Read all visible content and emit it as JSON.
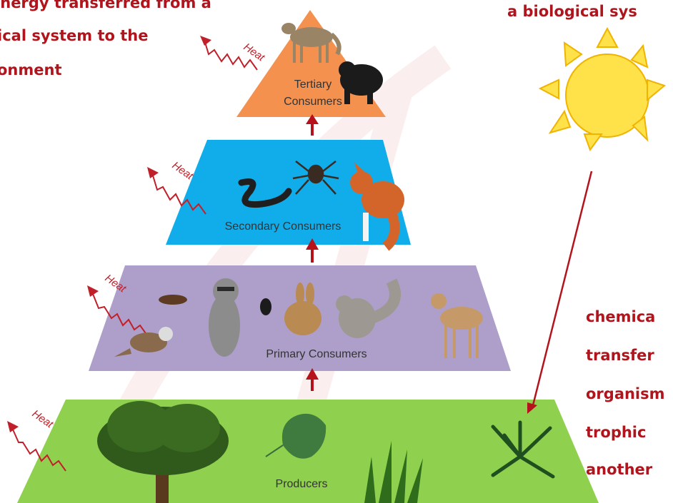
{
  "diagram": {
    "top_left_caption": [
      "energy transferred from a",
      "ical system to the",
      "onment"
    ],
    "top_right_caption": "a biological sys",
    "right_caption": [
      "chemica",
      "transfer",
      "organism",
      "trophic",
      "another"
    ],
    "heat_label": "Heat",
    "tiers": [
      {
        "label_lines": [
          "Tertiary",
          "Consumers"
        ],
        "color": "#f4914f"
      },
      {
        "label_lines": [
          "Secondary Consumers"
        ],
        "color": "#11adea"
      },
      {
        "label_lines": [
          "Primary Consumers"
        ],
        "color": "#ad9fc9"
      },
      {
        "label_lines": [
          "Producers"
        ],
        "color": "#8fd14f"
      }
    ],
    "arrow_color": "#b5121b",
    "sun_color": "#ffe14a"
  }
}
